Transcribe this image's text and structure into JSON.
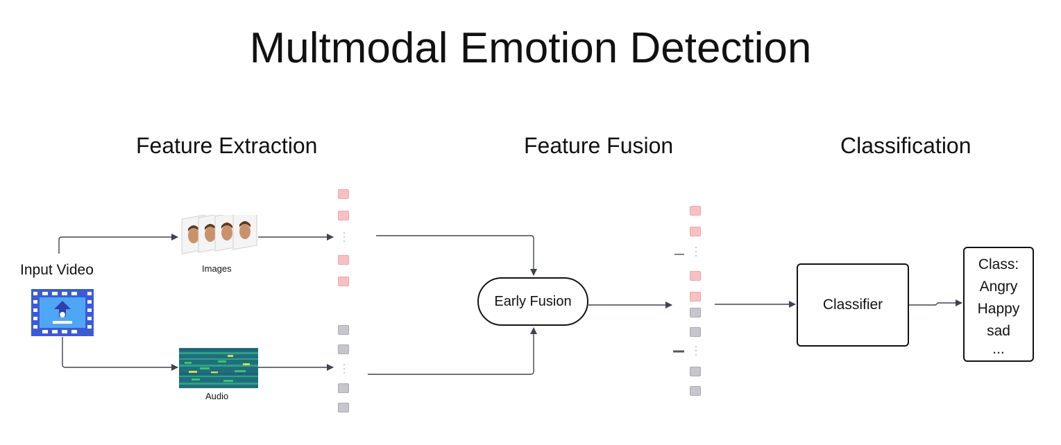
{
  "title": "Multmodal Emotion Detection",
  "sections": {
    "feature_extraction": "Feature Extraction",
    "feature_fusion": "Feature Fusion",
    "classification": "Classification"
  },
  "input": {
    "label": "Input Video",
    "icon": "video-upload-icon"
  },
  "branches": {
    "images_label": "Images",
    "audio_label": "Audio"
  },
  "fusion": {
    "label": "Early Fusion"
  },
  "classifier": {
    "label": "Classifier"
  },
  "output": {
    "header": "Class:",
    "classes": [
      "Angry",
      "Happy",
      "sad",
      "..."
    ]
  },
  "colors": {
    "image_feature": "#f7c1c4",
    "audio_feature": "#c6c6cc",
    "film_blue": "#3b5bd6",
    "arrow": "#3d4350"
  }
}
